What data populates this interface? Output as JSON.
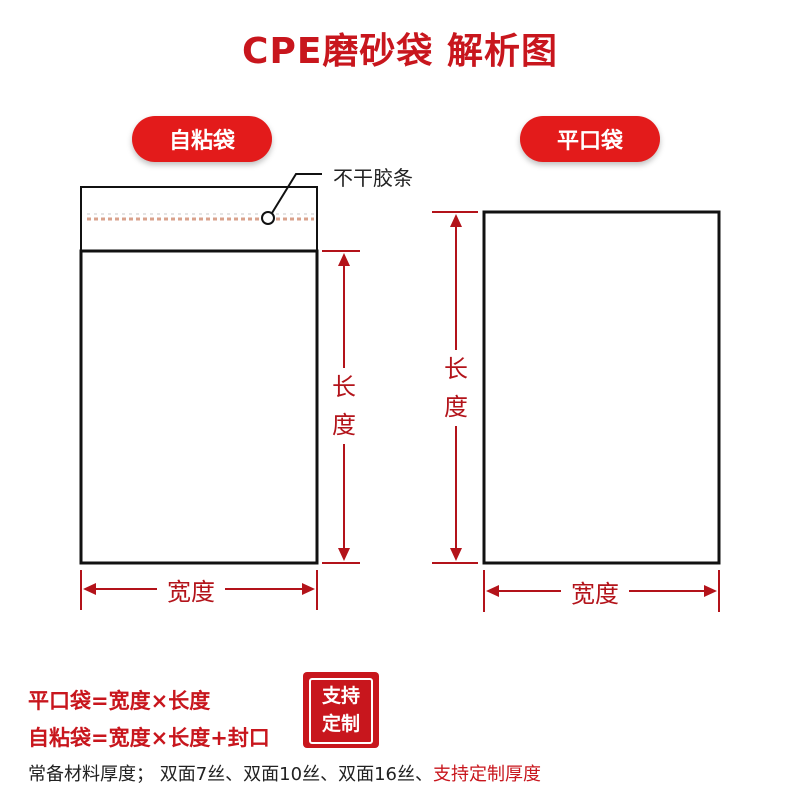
{
  "title": "CPE磨砂袋 解析图",
  "labels": {
    "self_seal_bag": "自粘袋",
    "flat_bag": "平口袋",
    "adhesive_strip": "不干胶条",
    "length": "长度",
    "width": "宽度"
  },
  "formulas": {
    "flat_bag": "平口袋=宽度×长度",
    "self_seal_bag": "自粘袋=宽度×长度+封口"
  },
  "stamp": {
    "line1": "支持",
    "line2": "定制"
  },
  "note": {
    "prefix": "常备材料厚度； 双面7丝、双面10丝、双面16丝、",
    "highlight": "支持定制厚度"
  },
  "colors": {
    "accent": "#c8161d",
    "dimension": "#b3131a",
    "outline": "#111111"
  }
}
